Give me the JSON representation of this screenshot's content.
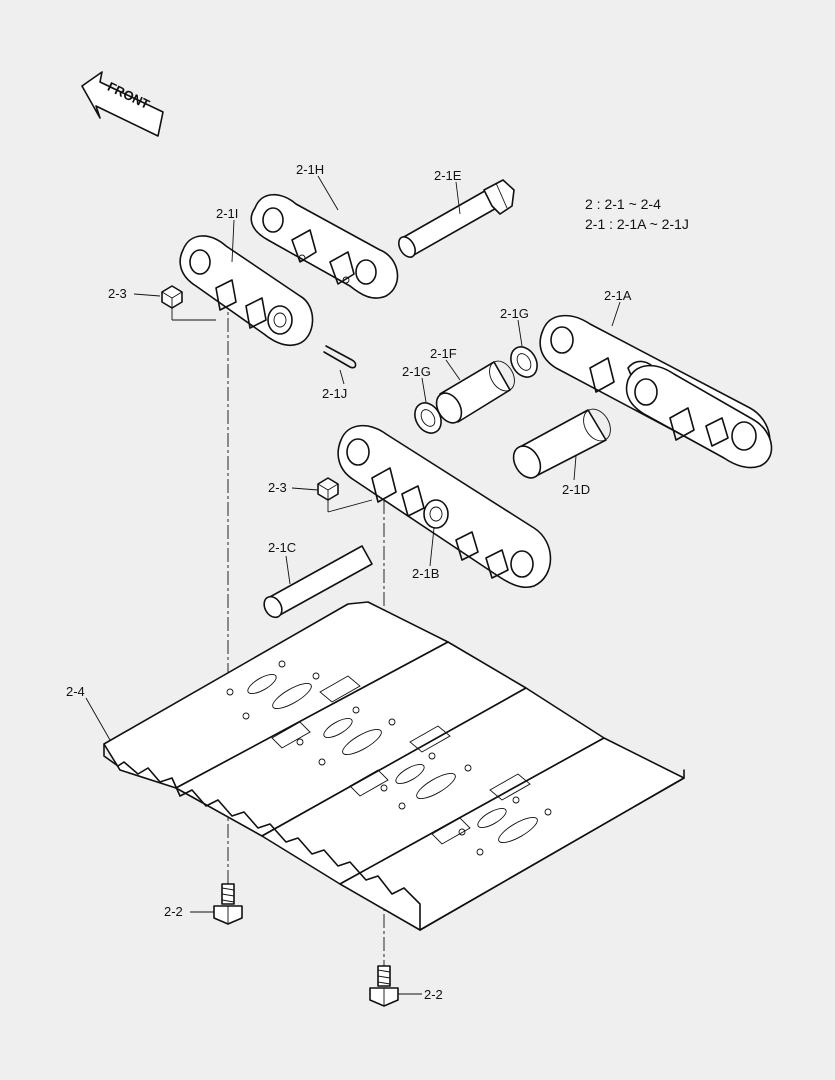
{
  "front_arrow": {
    "text": "FRONT"
  },
  "notes": {
    "line1": "2 : 2-1 ~ 2-4",
    "line2": "2-1 : 2-1A ~ 2-1J"
  },
  "labels": {
    "l_2_1H": "2-1H",
    "l_2_1E": "2-1E",
    "l_2_1I": "2-1I",
    "l_2_3_top": "2-3",
    "l_2_1J": "2-1J",
    "l_2_1A": "2-1A",
    "l_2_1G_right": "2-1G",
    "l_2_1F": "2-1F",
    "l_2_1G_left": "2-1G",
    "l_2_3_mid": "2-3",
    "l_2_1D": "2-1D",
    "l_2_1C": "2-1C",
    "l_2_1B": "2-1B",
    "l_2_4": "2-4",
    "l_2_2_left": "2-2",
    "l_2_2_bottom": "2-2"
  }
}
